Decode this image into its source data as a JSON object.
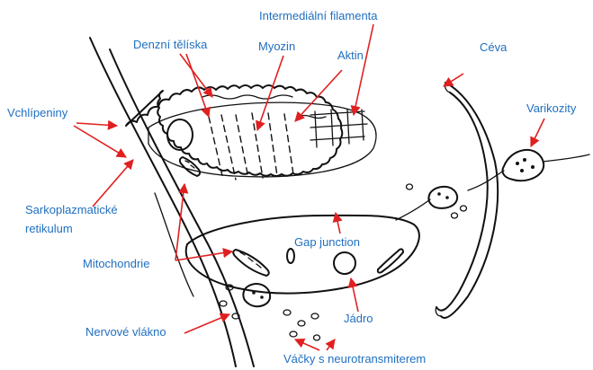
{
  "labels": {
    "intermedialni_filamenta": "Intermediální filamenta",
    "denzni_teliska": "Denzní tělíska",
    "myozin": "Myozin",
    "aktin": "Aktin",
    "ceva": "Céva",
    "vchlipeniny": "Vchlípeniny",
    "varikozity": "Varikozity",
    "sarkoplazmaticke_line1": "Sarkoplazmatické",
    "sarkoplazmaticke_line2": "retikulum",
    "gap_junction": "Gap junction",
    "mitochondrie": "Mitochondrie",
    "jadro": "Jádro",
    "nervove_vlakno": "Nervové vlákno",
    "vacky": "Váčky s neurotransmiterem"
  },
  "colors": {
    "label": "#1f6fc0",
    "arrow": "#e02020",
    "ink": "#111111",
    "background": "#ffffff"
  }
}
